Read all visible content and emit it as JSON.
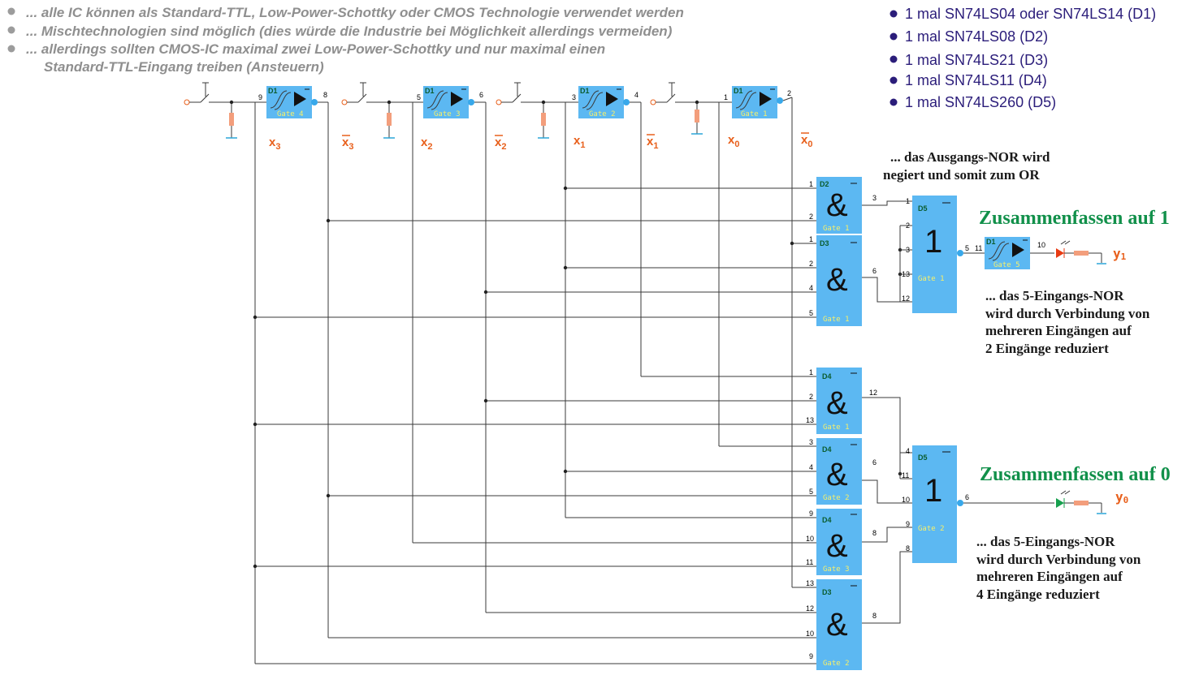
{
  "notes": [
    "... alle IC können als Standard-TTL, Low-Power-Schottky oder CMOS Technologie verwendet werden",
    "... Mischtechnologien sind möglich (dies würde die Industrie bei Möglichkeit allerdings vermeiden)",
    "... allerdings sollten CMOS-IC maximal zwei Low-Power-Schottky und nur maximal einen",
    "Standard-TTL-Eingang treiben (Ansteuern)"
  ],
  "ic_list": [
    "1 mal SN74LS04 oder SN74LS14 (D1)",
    "1 mal SN74LS08 (D2)",
    "1 mal SN74LS21 (D3)",
    "1 mal SN74LS11 (D4)",
    "1 mal SN74LS260 (D5)"
  ],
  "comments": {
    "or_1": "... das Ausgangs-NOR wird",
    "or_2": "negiert und somit zum OR",
    "red1_1": "... das 5-Eingangs-NOR",
    "red1_2": "wird durch Verbindung von",
    "red1_3": "mehreren Eingängen auf",
    "red1_4": "2 Eingänge reduziert",
    "red0_1": "... das 5-Eingangs-NOR",
    "red0_2": "wird durch Verbindung von",
    "red0_3": "mehreren Eingängen auf",
    "red0_4": "4 Eingänge reduziert"
  },
  "headings": {
    "sum1": "Zusammenfassen auf 1",
    "sum0": "Zusammenfassen auf 0"
  },
  "variables": {
    "x3": "x",
    "x3_sub": "3",
    "x3n": "x",
    "x3n_sub": "3",
    "x2": "x",
    "x2_sub": "2",
    "x2n": "x",
    "x2n_sub": "2",
    "x1": "x",
    "x1_sub": "1",
    "x1n": "x",
    "x1n_sub": "1",
    "x0": "x",
    "x0_sub": "0",
    "x0n": "x",
    "x0n_sub": "0"
  },
  "outputs": {
    "y1": "y",
    "y1_sub": "1",
    "y0": "y",
    "y0_sub": "0"
  },
  "inverters": [
    {
      "chip": "D1",
      "gate": "Gate 4",
      "pin_in": "9",
      "pin_out": "8"
    },
    {
      "chip": "D1",
      "gate": "Gate 3",
      "pin_in": "5",
      "pin_out": "6"
    },
    {
      "chip": "D1",
      "gate": "Gate 2",
      "pin_in": "3",
      "pin_out": "4"
    },
    {
      "chip": "D1",
      "gate": "Gate 1",
      "pin_in": "1",
      "pin_out": "2"
    },
    {
      "chip": "D1",
      "gate": "Gate 5",
      "pin_in": "11",
      "pin_out": "10"
    }
  ],
  "and_gates": [
    {
      "chip": "D2",
      "gate": "Gate 1",
      "symbol": "&",
      "pins": [
        "1",
        "2"
      ],
      "out": "3"
    },
    {
      "chip": "D3",
      "gate": "Gate 1",
      "symbol": "&",
      "pins": [
        "1",
        "2",
        "4",
        "5"
      ],
      "out": "6"
    },
    {
      "chip": "D4",
      "gate": "Gate 1",
      "symbol": "&",
      "pins": [
        "1",
        "2",
        "13"
      ],
      "out": "12"
    },
    {
      "chip": "D4",
      "gate": "Gate 2",
      "symbol": "&",
      "pins": [
        "3",
        "4",
        "5"
      ],
      "out": "6"
    },
    {
      "chip": "D4",
      "gate": "Gate 3",
      "symbol": "&",
      "pins": [
        "9",
        "10",
        "11"
      ],
      "out": "8"
    },
    {
      "chip": "D3",
      "gate": "Gate 2",
      "symbol": "&",
      "pins": [
        "13",
        "12",
        "10",
        "9"
      ],
      "out": "8"
    }
  ],
  "nor_gates": [
    {
      "chip": "D5",
      "gate": "Gate 1",
      "symbol": "1",
      "pins": [
        "1",
        "2",
        "3",
        "13",
        "12"
      ],
      "out": "5"
    },
    {
      "chip": "D5",
      "gate": "Gate 2",
      "symbol": "1",
      "pins": [
        "4",
        "11",
        "10",
        "9",
        "8"
      ],
      "out": "6"
    }
  ]
}
